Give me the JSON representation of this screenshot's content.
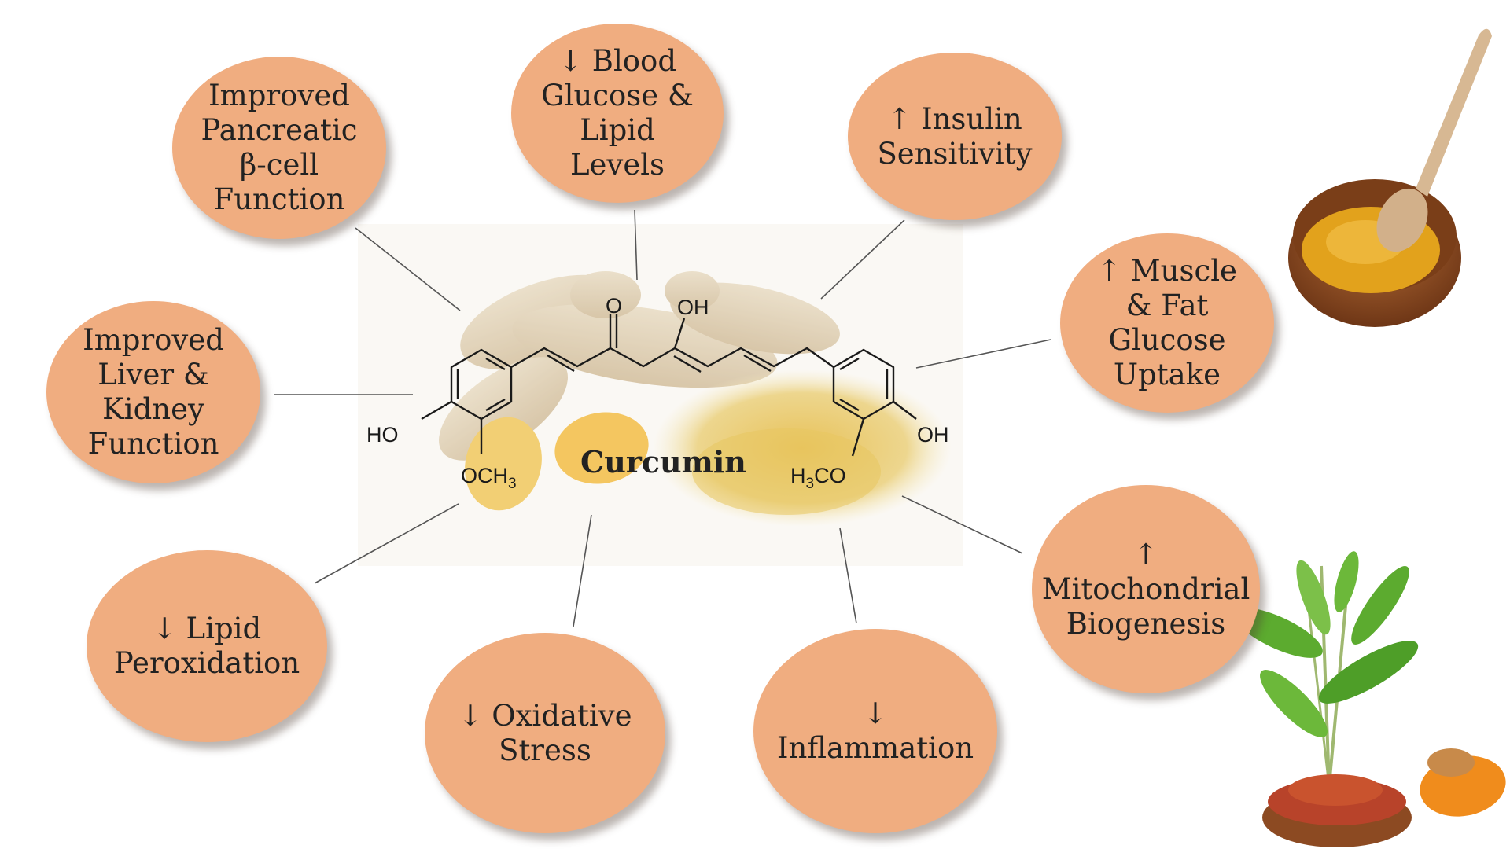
{
  "molecule": {
    "name": "Curcumin",
    "atoms": {
      "o_ketone": "O",
      "oh_enol": "OH",
      "ho_left": "HO",
      "och3_left_o": "OCH",
      "och3_left_sub": "3",
      "oh_right": "OH",
      "h3co_h": "H",
      "h3co_sub": "3",
      "h3co_rest": "CO"
    }
  },
  "effects": [
    {
      "id": "pancreatic",
      "label": "Improved\nPancreatic\nβ-cell\nFunction"
    },
    {
      "id": "glucose-lipid",
      "label": "↓ Blood\nGlucose &\nLipid\nLevels"
    },
    {
      "id": "insulin",
      "label": "↑ Insulin\nSensitivity"
    },
    {
      "id": "muscle-fat",
      "label": "↑ Muscle\n& Fat\nGlucose\nUptake"
    },
    {
      "id": "liver-kidney",
      "label": "Improved\nLiver &\nKidney\nFunction"
    },
    {
      "id": "mitochondrial",
      "label": "↑\nMitochondrial\nBiogenesis"
    },
    {
      "id": "lipid-peroxidation",
      "label": "↓ Lipid\nPeroxidation"
    },
    {
      "id": "oxidative",
      "label": "↓ Oxidative\nStress"
    },
    {
      "id": "inflammation",
      "label": "↓ Inflammation"
    }
  ],
  "colors": {
    "bubble": "#f0ad80",
    "connector": "#555555",
    "turmeric_powder": "#e9a81c",
    "rhizome": "#c9b28c",
    "wood_bowl": "#9c5a2c",
    "leaf": "#5cab2f"
  },
  "icons": [
    "turmeric-bowl-with-spoon",
    "turmeric-plant-with-paste",
    "turmeric-rhizome"
  ]
}
